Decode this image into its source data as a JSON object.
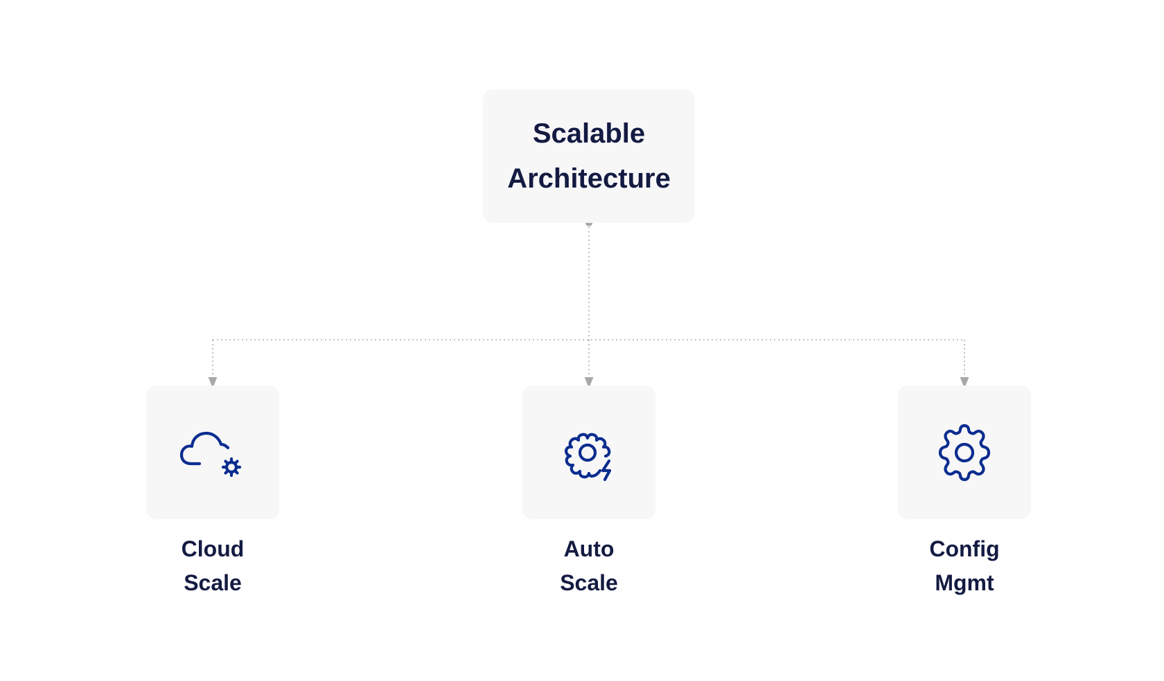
{
  "diagram": {
    "root": {
      "title_line1": "Scalable",
      "title_line2": "Architecture"
    },
    "children": [
      {
        "label_line1": "Cloud",
        "label_line2": "Scale",
        "icon": "cloud-gear-icon"
      },
      {
        "label_line1": "Auto",
        "label_line2": "Scale",
        "icon": "gear-lightning-icon"
      },
      {
        "label_line1": "Config",
        "label_line2": "Mgmt",
        "icon": "gear-icon"
      }
    ],
    "colors": {
      "text": "#141b42",
      "icon": "#0b2d8f",
      "box_fill": "#f7f7f8",
      "connector": "#b0b0b0"
    }
  }
}
